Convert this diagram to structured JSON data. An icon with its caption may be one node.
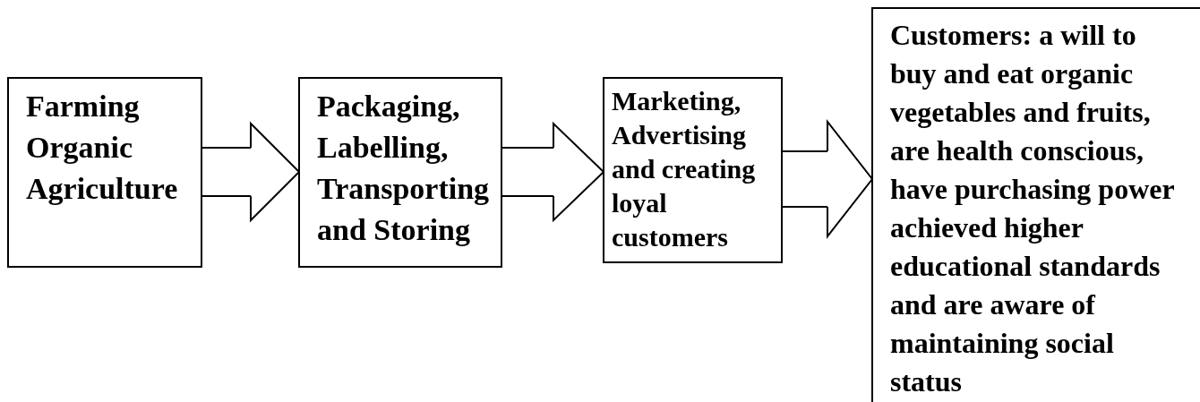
{
  "diagram": {
    "nodes": [
      {
        "text": [
          "Farming Organic Agriculture"
        ]
      },
      {
        "text": [
          "Packaging, Labelling, Transporting and Storing"
        ]
      },
      {
        "text": [
          "Marketing, Advertising and creating loyal customers"
        ]
      },
      {
        "text": [
          "Customers: a will to buy and eat organic vegetables and fruits, are health conscious, have purchasing power achieved higher educational standards and are aware of maintaining social status"
        ]
      }
    ],
    "edges": [
      {
        "from": 0,
        "to": 1,
        "arrow": "to"
      },
      {
        "from": 1,
        "to": 2,
        "arrow": "to"
      },
      {
        "from": 2,
        "to": 3,
        "arrow": "to"
      }
    ]
  }
}
